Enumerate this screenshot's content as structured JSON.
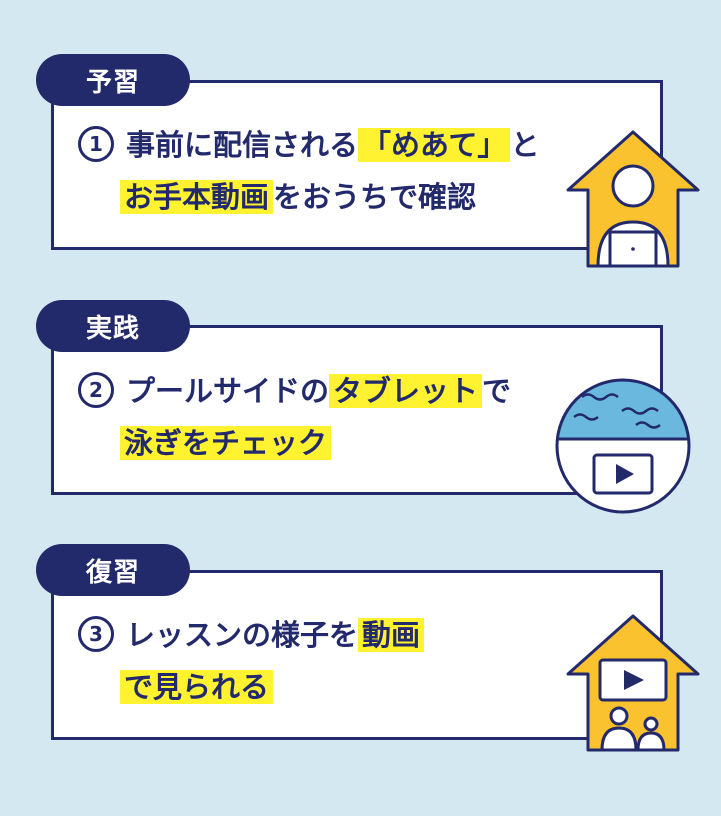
{
  "colors": {
    "background": "#d4e8f1",
    "navy": "#232a6c",
    "highlight": "#fff230",
    "house": "#f9c22e",
    "water": "#6bb8de"
  },
  "sections": [
    {
      "tab": "予習",
      "number": "1",
      "line1": {
        "pre": "事前に配信される",
        "highlight": "「めあて」",
        "post": "と"
      },
      "line2": {
        "highlight": "お手本動画",
        "post": "をおうちで確認"
      },
      "illustration": "house-person-laptop-icon"
    },
    {
      "tab": "実践",
      "number": "2",
      "line1": {
        "pre": "プールサイドの",
        "highlight": "タブレット",
        "post": "で"
      },
      "line2": {
        "highlight": "泳ぎをチェック",
        "post": ""
      },
      "illustration": "pool-tablet-icon"
    },
    {
      "tab": "復習",
      "number": "3",
      "line1": {
        "pre": "レッスンの様子を",
        "highlight": "動画",
        "post": ""
      },
      "line2": {
        "highlight": "で見られる",
        "post": ""
      },
      "illustration": "house-family-video-icon"
    }
  ]
}
